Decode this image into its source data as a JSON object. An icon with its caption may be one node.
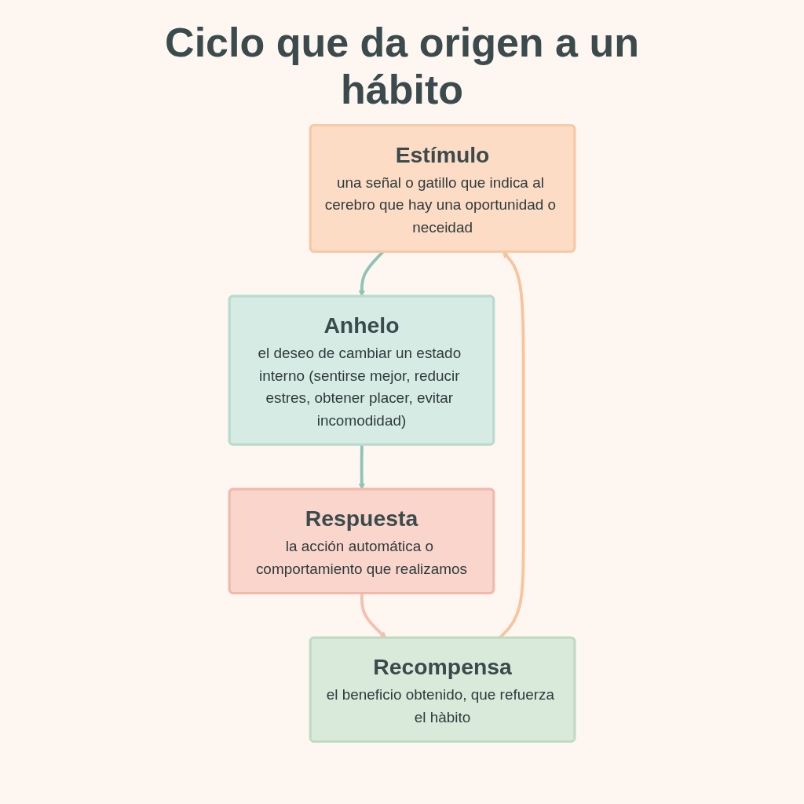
{
  "diagram": {
    "title": "Ciclo que da origen a un hábito",
    "nodes": [
      {
        "text": [
          "Estímulo",
          "una señal o gatillo que indica al cerebro que hay una oportunidad o neceidad"
        ]
      },
      {
        "text": [
          "Anhelo",
          "el deseo de cambiar un estado interno (sentirse mejor, reducir estres, obtener placer, evitar incomodidad)"
        ]
      },
      {
        "text": [
          "Recompensa",
          "el beneficio obtenido, que refuerza el hàbito"
        ]
      },
      {
        "text": [
          "Respuesta",
          "la acción automática o comportamiento que realizamos"
        ]
      }
    ],
    "edges": [
      {
        "from": 0,
        "to": 1,
        "arrow": "to",
        "color": "#8fc3b7"
      },
      {
        "from": 1,
        "to": 3,
        "arrow": "to",
        "color": "#8fc3b7"
      },
      {
        "from": 3,
        "to": 2,
        "arrow": "to",
        "color": "#f6bfb0"
      },
      {
        "from": 2,
        "to": 0,
        "arrow": "to",
        "color": "#f8c49c"
      }
    ]
  }
}
